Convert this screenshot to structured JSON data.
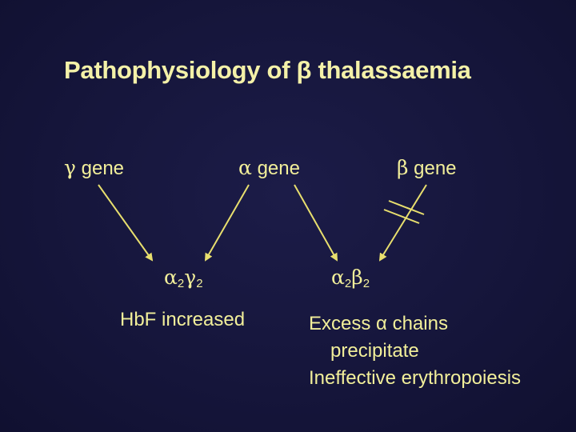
{
  "title": "Pathophysiology of β thalassaemia",
  "genes": {
    "gamma": {
      "symbol": "γ",
      "label": "gene"
    },
    "alpha": {
      "symbol": "α",
      "label": "gene"
    },
    "beta": {
      "symbol": "β",
      "label": "gene"
    }
  },
  "products": {
    "hbf": {
      "a": "α",
      "a_sub": "2",
      "b": "γ",
      "b_sub": "2"
    },
    "hba": {
      "a": "α",
      "a_sub": "2",
      "b": "β",
      "b_sub": "2"
    }
  },
  "notes": {
    "hbf": "HbF increased",
    "hba": [
      "Excess α chains",
      "precipitate",
      "Ineffective erythropoiesis"
    ]
  },
  "colors": {
    "text": "#f2ef9a",
    "arrow": "#e8df6e",
    "background": "#141436"
  },
  "edges": [
    {
      "from": "gamma gene",
      "to": "α2γ2"
    },
    {
      "from": "alpha gene",
      "to": "α2γ2"
    },
    {
      "from": "alpha gene",
      "to": "α2β2"
    },
    {
      "from": "beta gene",
      "to": "α2β2",
      "blocked": true
    }
  ]
}
